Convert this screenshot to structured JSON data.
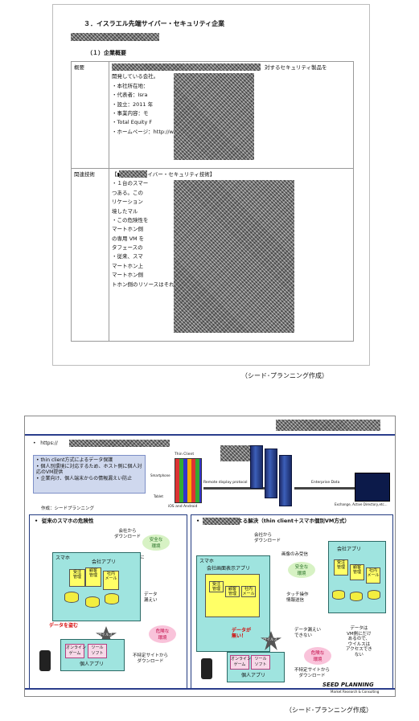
{
  "document": {
    "title": "３．イスラエル先端サイバー・セキュリティ企業",
    "section": "（１）企業概要",
    "rows": [
      {
        "label": "概要",
        "lines": [
          "対するセキュリティ製品を",
          "開発している会社。",
          "・本社所在地：",
          "・代表者：Isra",
          "・設立：2011 年",
          "・事業内容：モ",
          "・Total Equity F",
          "・ホームページ：http://www.■■■soft.com"
        ]
      },
      {
        "label": "関連技術",
        "lines": [
          "【■■■向けサイバー・セキュリティ技術】",
          "・１台のスマー　　　　　　　　　　　　　　　増加しつ",
          "つある。この　　　　　　　　　　　　　　　したアプリ",
          "リケーション　　　　　　　　　　　　　　　トホンに",
          "境したマル",
          "・この危険性を　　　　　　　　　　　　　　　ては、ス",
          "マートホン側　　　　　　　　　　　　　　　して１個",
          "の専用 VM を　　　　　　　　　　　　　　　画面イン",
          "タフェースの",
          "・従来、スマ　　　　　　　　　　　　　　　ては、ス",
          "マートホン上　　　　　　　　　　　　　　　場合、ス",
          "マートホン側　　　　　　　　　　　　　　　　　が、ス",
          "トホン側のリソースはそれほど要しない。"
        ]
      }
    ],
    "caption": "（シード･プランニング作成）"
  },
  "slide": {
    "url": "https://",
    "bullets": [
      "thin client方式によるデータ保護",
      "個人別環境に対応するため、ホスト側に個人対応のVM提供",
      "企業向け、個人端末からの情報漏えい防止"
    ],
    "made_by": "作成：シードプランニング",
    "thin_client": "Thin Client",
    "smartphone": "Smartphone",
    "tablet": "Tablet",
    "ios_android": "iOS and Android",
    "protocol": "Remote display protocol",
    "enterprise_data": "Enterprise Data",
    "exchange": "Exchange, Active Directory,etc...",
    "left_panel": {
      "title": "従来のスマホの危険性",
      "dl_top": "会社から\nダウンロード",
      "safe": "安全な\n環境",
      "send": "会社に\n送信",
      "smaho": "スマホ",
      "company_app": "会社アプリ",
      "apps": [
        "受注\n管理",
        "顧客\n管理",
        "社内\nメール"
      ],
      "leak": "データ\n漏えい",
      "steal": "データを盗む",
      "virus": "ウイルス",
      "danger": "危険な\n環境",
      "personal": [
        "オンライン\nゲーム",
        "ツール\nソフト"
      ],
      "personal_app": "個人アプリ",
      "dl_bottom": "不特定サイトから\nダウンロード"
    },
    "right_panel": {
      "title": "よる解決（thin client＋スマホ個別VM方式）",
      "dl_top": "会社から\nダウンロード",
      "smaho": "スマホ",
      "screen_app": "会社画面表示アプリ",
      "image_only": "画像のみ受信",
      "safe": "安全な\n環境",
      "touch": "タッチ操作\n情報送信",
      "company_app": "会社アプリ",
      "apps": [
        "受注\n管理",
        "顧客\n管理",
        "社内\nメール"
      ],
      "no_data": "データが\n無い！",
      "cannot_leak": "データ漏えい\nできない",
      "danger": "危険な\n環境",
      "virus": "ウイルス",
      "personal": [
        "オンライン\nゲーム",
        "ツール\nソフト"
      ],
      "personal_app": "個人アプリ",
      "dl_bottom": "不特定サイトから\nダウンロード",
      "vm_note": "データは\nVM側にだけ\nあるので、\nウイルスは\nアクセスでき\nない"
    },
    "brand": "SEED PLANNING",
    "brand_sub": "Market Research & Consulting"
  },
  "caption2": "（シード･プランニング作成）"
}
